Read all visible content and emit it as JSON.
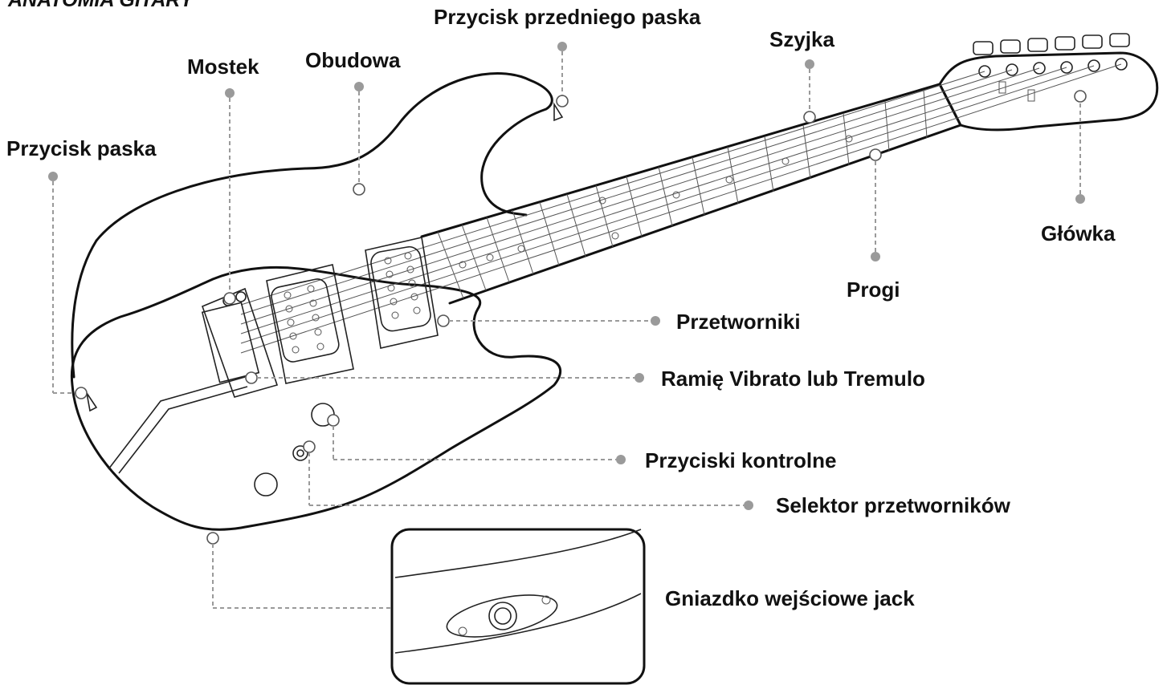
{
  "title": "ANATOMIA GITARY",
  "labels": {
    "front_strap_button": "Przycisk przedniego paska",
    "neck": "Szyjka",
    "bridge": "Mostek",
    "body": "Obudowa",
    "strap_button": "Przycisk paska",
    "headstock": "Główka",
    "frets": "Progi",
    "pickups": "Przetworniki",
    "vibrato_arm": "Ramię Vibrato lub Tremulo",
    "control_knobs": "Przyciski kontrolne",
    "pickup_selector": "Selektor przetworników",
    "input_jack": "Gniazdko wejściowe jack"
  },
  "colors": {
    "outline": "#111111",
    "leader": "#9a9a9a",
    "text": "#111111"
  }
}
